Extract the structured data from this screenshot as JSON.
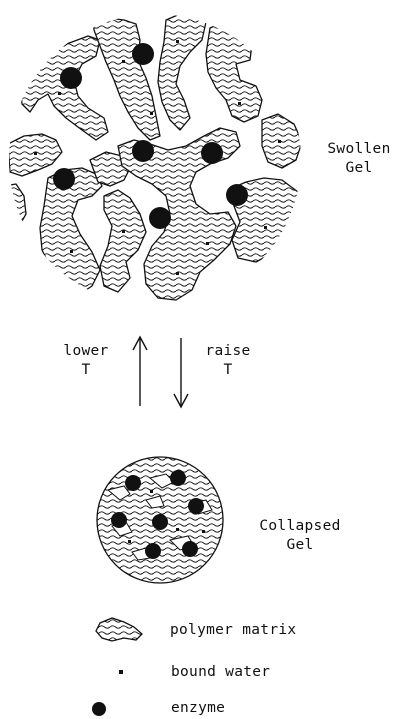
{
  "swollen_label": {
    "line1": "Swollen",
    "line2": "Gel"
  },
  "collapsed_label": {
    "line1": "Collapsed",
    "line2": "Gel"
  },
  "lower_label": {
    "line1": "lower",
    "line2": "T"
  },
  "raise_label": {
    "line1": "raise",
    "line2": "T"
  },
  "legend": {
    "polymer": "polymer matrix",
    "water": "bound water",
    "enzyme": "enzyme"
  },
  "colors": {
    "ink": "#111111",
    "background": "#ffffff"
  }
}
